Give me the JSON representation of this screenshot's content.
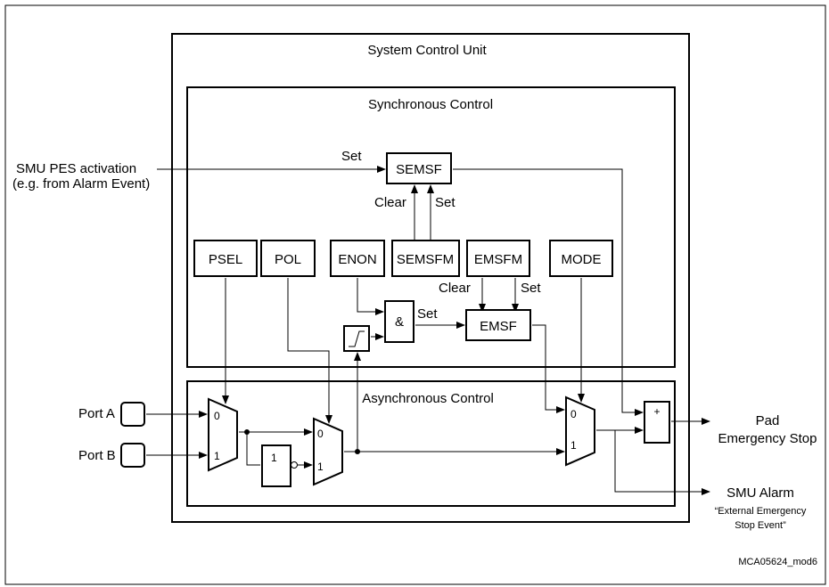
{
  "diagram": {
    "system_title": "System Control Unit",
    "sync_title": "Synchronous Control",
    "async_title": "Asynchronous Control",
    "input_pes_line1": "SMU PES activation",
    "input_pes_line2": "(e.g. from Alarm Event)",
    "set_label": "Set",
    "clear_label": "Clear",
    "and_symbol": "&",
    "or_symbol": "+",
    "not_symbol": "1",
    "mux_in0": "0",
    "mux_in1": "1",
    "registers": {
      "semsf": "SEMSF",
      "psel": "PSEL",
      "pol": "POL",
      "enon": "ENON",
      "semsfm": "SEMSFM",
      "emsfm": "EMSFM",
      "mode": "MODE",
      "emsf": "EMSF"
    },
    "port_a": "Port A",
    "port_b": "Port B",
    "output_pad_line1": "Pad",
    "output_pad_line2": "Emergency Stop",
    "output_alarm": "SMU Alarm",
    "alarm_note_line1": "“External Emergency",
    "alarm_note_line2": "Stop Event”",
    "figure_id": "MCA05624_mod6"
  }
}
